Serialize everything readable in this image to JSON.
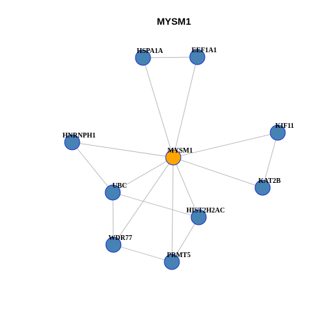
{
  "title": "MYSM1",
  "colors": {
    "hub_fill": "#FFA500",
    "node_fill": "#4682B4",
    "node_stroke": "#1A33CC",
    "edge": "#B3B3B3"
  },
  "nodes": [
    {
      "id": "MYSM1",
      "label": "MYSM1",
      "hub": true
    },
    {
      "id": "HSPA1A",
      "label": "HSPA1A"
    },
    {
      "id": "EEF1A1",
      "label": "EEF1A1"
    },
    {
      "id": "KIF11",
      "label": "KIF11"
    },
    {
      "id": "HNRNPH1",
      "label": "HNRNPH1"
    },
    {
      "id": "UBC",
      "label": "UBC"
    },
    {
      "id": "KAT2B",
      "label": "KAT2B"
    },
    {
      "id": "HIST2H2AC",
      "label": "HIST2H2AC"
    },
    {
      "id": "WDR77",
      "label": "WDR77"
    },
    {
      "id": "PRMT5",
      "label": "PRMT5"
    }
  ],
  "edges": [
    [
      "HSPA1A",
      "EEF1A1"
    ],
    [
      "HSPA1A",
      "MYSM1"
    ],
    [
      "EEF1A1",
      "MYSM1"
    ],
    [
      "KIF11",
      "MYSM1"
    ],
    [
      "KIF11",
      "KAT2B"
    ],
    [
      "HNRNPH1",
      "MYSM1"
    ],
    [
      "HNRNPH1",
      "UBC"
    ],
    [
      "MYSM1",
      "UBC"
    ],
    [
      "MYSM1",
      "KAT2B"
    ],
    [
      "MYSM1",
      "HIST2H2AC"
    ],
    [
      "MYSM1",
      "WDR77"
    ],
    [
      "MYSM1",
      "PRMT5"
    ],
    [
      "UBC",
      "HIST2H2AC"
    ],
    [
      "UBC",
      "WDR77"
    ],
    [
      "HIST2H2AC",
      "PRMT5"
    ],
    [
      "WDR77",
      "PRMT5"
    ]
  ]
}
